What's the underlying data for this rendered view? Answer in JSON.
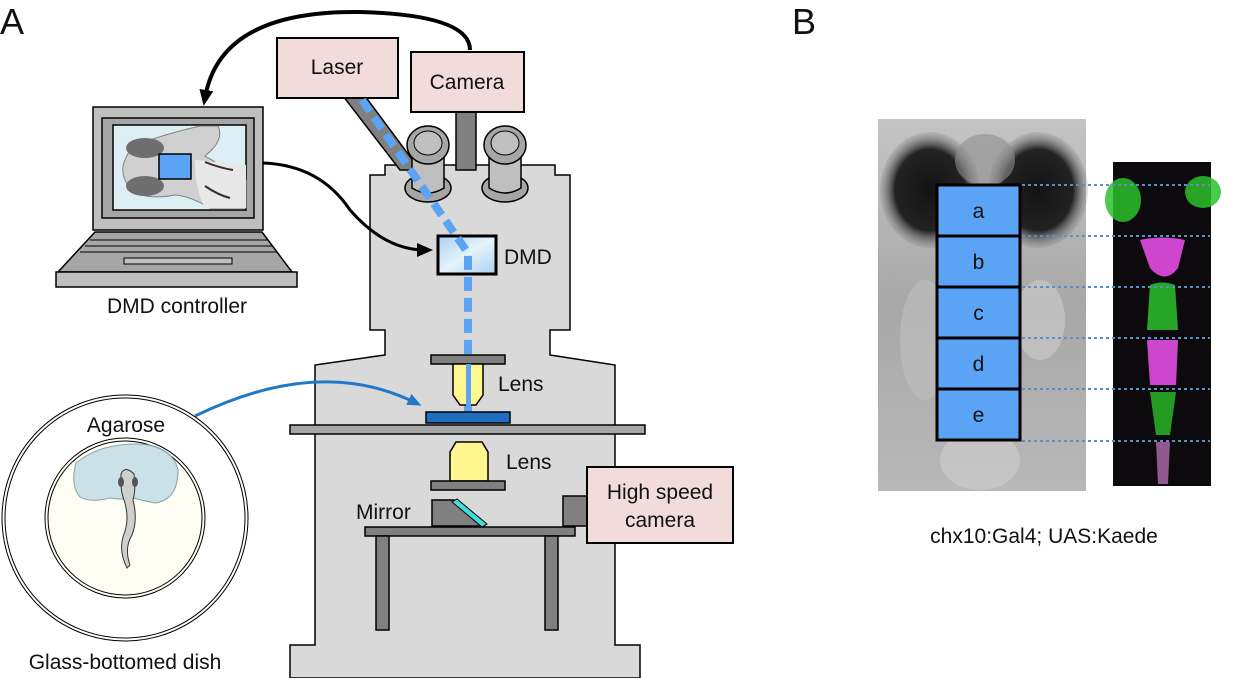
{
  "panels": {
    "a": {
      "letter": "A",
      "labels": {
        "laser": "Laser",
        "camera": "Camera",
        "dmd": "DMD",
        "dmd_controller": "DMD controller",
        "lens_upper": "Lens",
        "lens_lower": "Lens",
        "mirror": "Mirror",
        "high_speed_camera_line1": "High speed",
        "high_speed_camera_line2": "camera",
        "agarose": "Agarose",
        "dish": "Glass-bottomed dish"
      }
    },
    "b": {
      "letter": "B",
      "regions": [
        "a",
        "b",
        "c",
        "d",
        "e"
      ],
      "caption": "chx10:Gal4; UAS:Kaede"
    }
  },
  "colors": {
    "box_fill": "#f2dcdb",
    "scope_body": "#d9d9d9",
    "dark_gray": "#808080",
    "laser_beam": "#5ba3f5",
    "region_fill": "#5ba3f5",
    "lens_yellow": "#fff68f",
    "sample_blue": "#1f6fc0",
    "arrow_blue": "#1f78c8",
    "mirror_cyan": "#40e0d8",
    "green_signal": "#2bc12b",
    "magenta_signal": "#e24ce2"
  }
}
